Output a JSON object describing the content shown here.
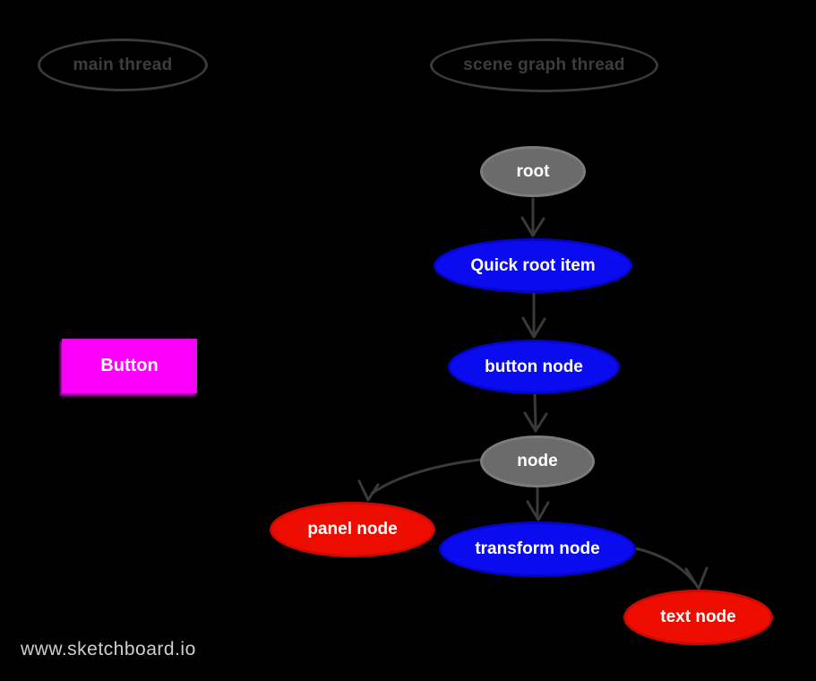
{
  "app": {
    "watermark": "www.sketchboard.io",
    "background_color": "#000000"
  },
  "lanes": [
    {
      "id": "main-thread",
      "label": "main thread"
    },
    {
      "id": "scene-graph-thread",
      "label": "scene graph thread"
    }
  ],
  "nodes": [
    {
      "id": "root",
      "label": "root",
      "shape": "ellipse",
      "fill": "#6b6b6b",
      "stroke": "#7c7c7c"
    },
    {
      "id": "quick-root-item",
      "label": "Quick root item",
      "shape": "ellipse",
      "fill": "#0b0bf0",
      "stroke": "#0505c8"
    },
    {
      "id": "button-node",
      "label": "button node",
      "shape": "ellipse",
      "fill": "#0b0bf0",
      "stroke": "#0505c8"
    },
    {
      "id": "node",
      "label": "node",
      "shape": "ellipse",
      "fill": "#6b6b6b",
      "stroke": "#7c7c7c"
    },
    {
      "id": "panel-node",
      "label": "panel node",
      "shape": "ellipse",
      "fill": "#ee0c00",
      "stroke": "#c90b00"
    },
    {
      "id": "transform-node",
      "label": "transform node",
      "shape": "ellipse",
      "fill": "#0b0bf0",
      "stroke": "#0505c8"
    },
    {
      "id": "text-node",
      "label": "text node",
      "shape": "ellipse",
      "fill": "#ee0c00",
      "stroke": "#c90b00"
    }
  ],
  "shapes": [
    {
      "id": "button-rect",
      "label": "Button",
      "shape": "rectangle",
      "fill": "#fb00fb"
    }
  ],
  "edges": [
    {
      "from": "root",
      "to": "quick-root-item"
    },
    {
      "from": "quick-root-item",
      "to": "button-node"
    },
    {
      "from": "button-node",
      "to": "node"
    },
    {
      "from": "node",
      "to": "panel-node"
    },
    {
      "from": "node",
      "to": "transform-node"
    },
    {
      "from": "transform-node",
      "to": "text-node"
    }
  ],
  "colors": {
    "edge": "#3a3a3a",
    "lane_outline": "#3a3a3a",
    "lane_text": "#3d3d3d",
    "node_text": "#ffffff",
    "watermark_text": "#cfcfcf"
  }
}
